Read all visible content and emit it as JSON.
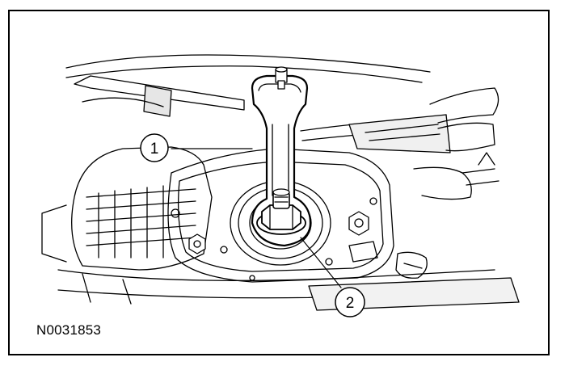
{
  "diagram": {
    "callouts": [
      {
        "label": "1"
      },
      {
        "label": "2"
      }
    ],
    "figure_id": "N0031853",
    "colors": {
      "line": "#000000",
      "background": "#ffffff",
      "shade": "#d9d9d9"
    }
  }
}
